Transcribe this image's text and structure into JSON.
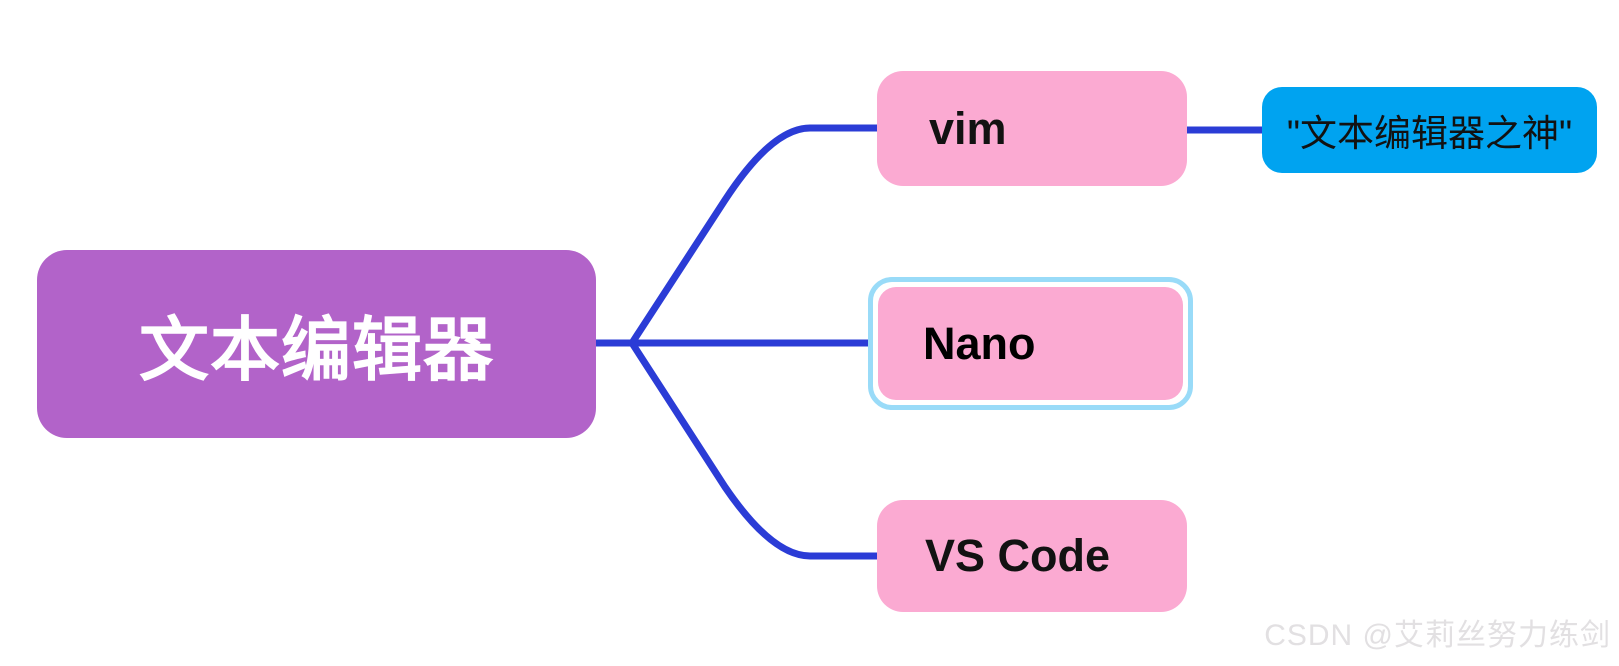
{
  "app": {
    "description": "mind map canvas"
  },
  "colors": {
    "canvas_bg": "#ffffff",
    "root_bg": "#b263c9",
    "root_text": "#ffffff",
    "child_bg": "#fbaad2",
    "child_text": "#121212",
    "callout_bg": "#00a3f0",
    "callout_text": "#121212",
    "connector": "#2b3cd6",
    "selection_border": "#99dbf8",
    "watermark_text": "#e2e0e2"
  },
  "mindmap": {
    "root": {
      "label": "文本编辑器"
    },
    "branches": [
      {
        "label": "vim",
        "selected": false,
        "children": [
          {
            "label": "\"文本编辑器之神\"",
            "type": "callout"
          }
        ]
      },
      {
        "label": "Nano",
        "selected": true
      },
      {
        "label": "VS Code",
        "selected": false
      }
    ]
  },
  "watermark": {
    "text": "CSDN @艾莉丝努力练剑"
  }
}
